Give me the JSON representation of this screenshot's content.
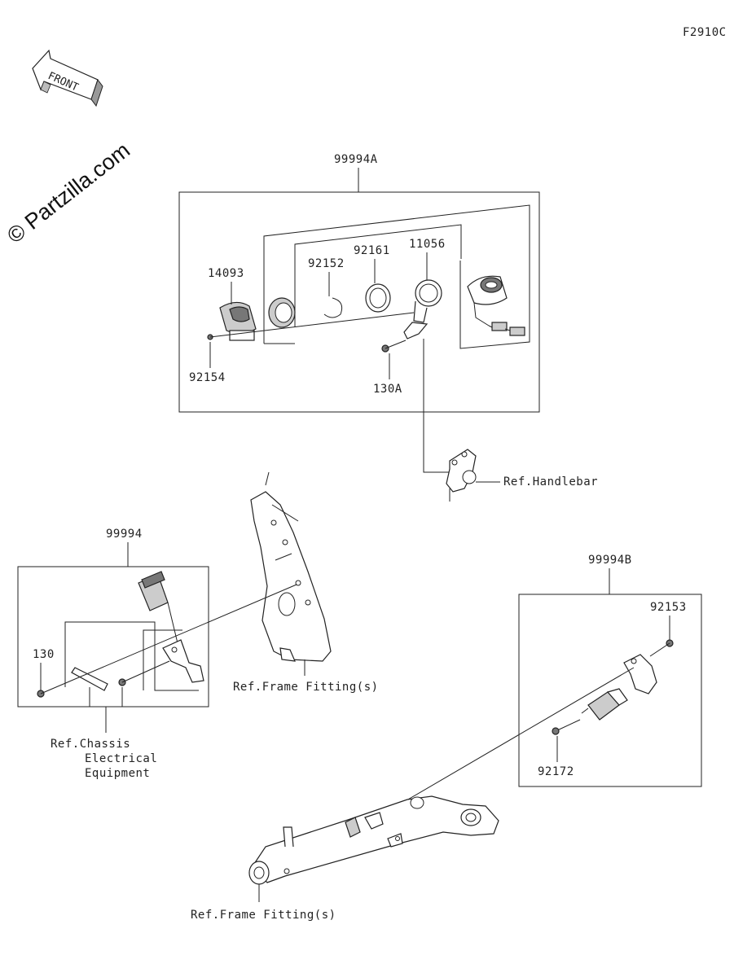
{
  "figure_code": "F2910C",
  "watermark": "© Partzilla.com",
  "front_arrow": {
    "label": "FRONT",
    "icon": "front-direction-arrow-icon"
  },
  "groups": [
    {
      "id": "99994A",
      "label": "99994A"
    },
    {
      "id": "99994",
      "label": "99994"
    },
    {
      "id": "99994B",
      "label": "99994B"
    }
  ],
  "parts": {
    "p14093": "14093",
    "p92152": "92152",
    "p92161": "92161",
    "p11056": "11056",
    "p92154": "92154",
    "p130A": "130A",
    "p130": "130",
    "p92153": "92153",
    "p92172": "92172"
  },
  "references": {
    "handlebar": "Ref.Handlebar",
    "frame_fitting_1": "Ref.Frame Fitting(s)",
    "frame_fitting_2": "Ref.Frame Fitting(s)",
    "chassis_line1": "Ref.Chassis",
    "chassis_line2": "Electrical",
    "chassis_line3": "Equipment"
  }
}
